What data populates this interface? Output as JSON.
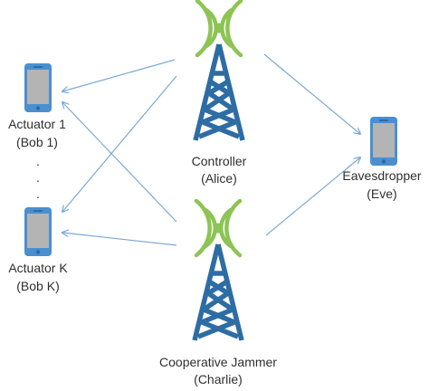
{
  "nodes": {
    "controller": {
      "name": "Controller",
      "role": "(Alice)"
    },
    "jammer": {
      "name": "Cooperative Jammer",
      "role": "(Charlie)"
    },
    "actuator_1": {
      "name": "Actuator 1",
      "role": "(Bob 1)"
    },
    "actuator_k": {
      "name": "Actuator K",
      "role": "(Bob K)"
    },
    "eavesdropper": {
      "name": "Eavesdropper",
      "role": "(Eve)"
    }
  },
  "ellipsis": ".",
  "colors": {
    "tower": "#2e6da4",
    "signal": "#8dc454",
    "arrow": "#7ba9d6",
    "phone_body": "#4a8fd0",
    "phone_screen": "#b4b4b4"
  },
  "icons": {
    "tower": "radio-tower-icon",
    "device": "smartphone-icon"
  }
}
